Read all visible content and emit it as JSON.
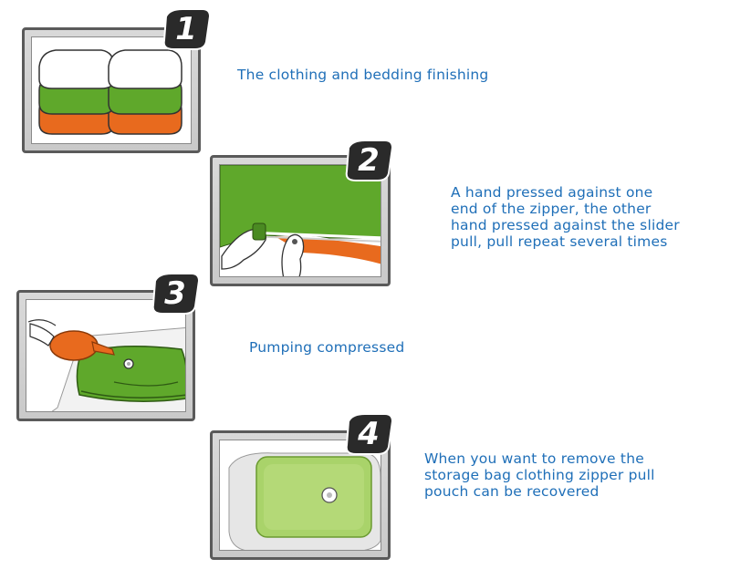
{
  "steps": [
    {
      "number": "1",
      "caption_lines": [
        "The clothing and bedding finishing"
      ]
    },
    {
      "number": "2",
      "caption_lines": [
        "A hand pressed against one",
        "end of the zipper, the other",
        "hand pressed against the slider",
        "pull, pull repeat several times"
      ]
    },
    {
      "number": "3",
      "caption_lines": [
        "Pumping compressed"
      ]
    },
    {
      "number": "4",
      "caption_lines": [
        "When you want to remove the",
        "storage bag clothing zipper pull",
        "pouch can be recovered"
      ]
    }
  ],
  "colors": {
    "caption": "#1f6fb8",
    "frame": "#5a5a5a",
    "badge": "#2a2a2a",
    "green": "#5fa82b",
    "orange": "#e86a1e",
    "light_green": "#a9d36a"
  },
  "icons": [
    "folded-bedding-stack",
    "zipper-seal-hands",
    "hand-pump-valve",
    "vacuum-bag-compressed"
  ]
}
